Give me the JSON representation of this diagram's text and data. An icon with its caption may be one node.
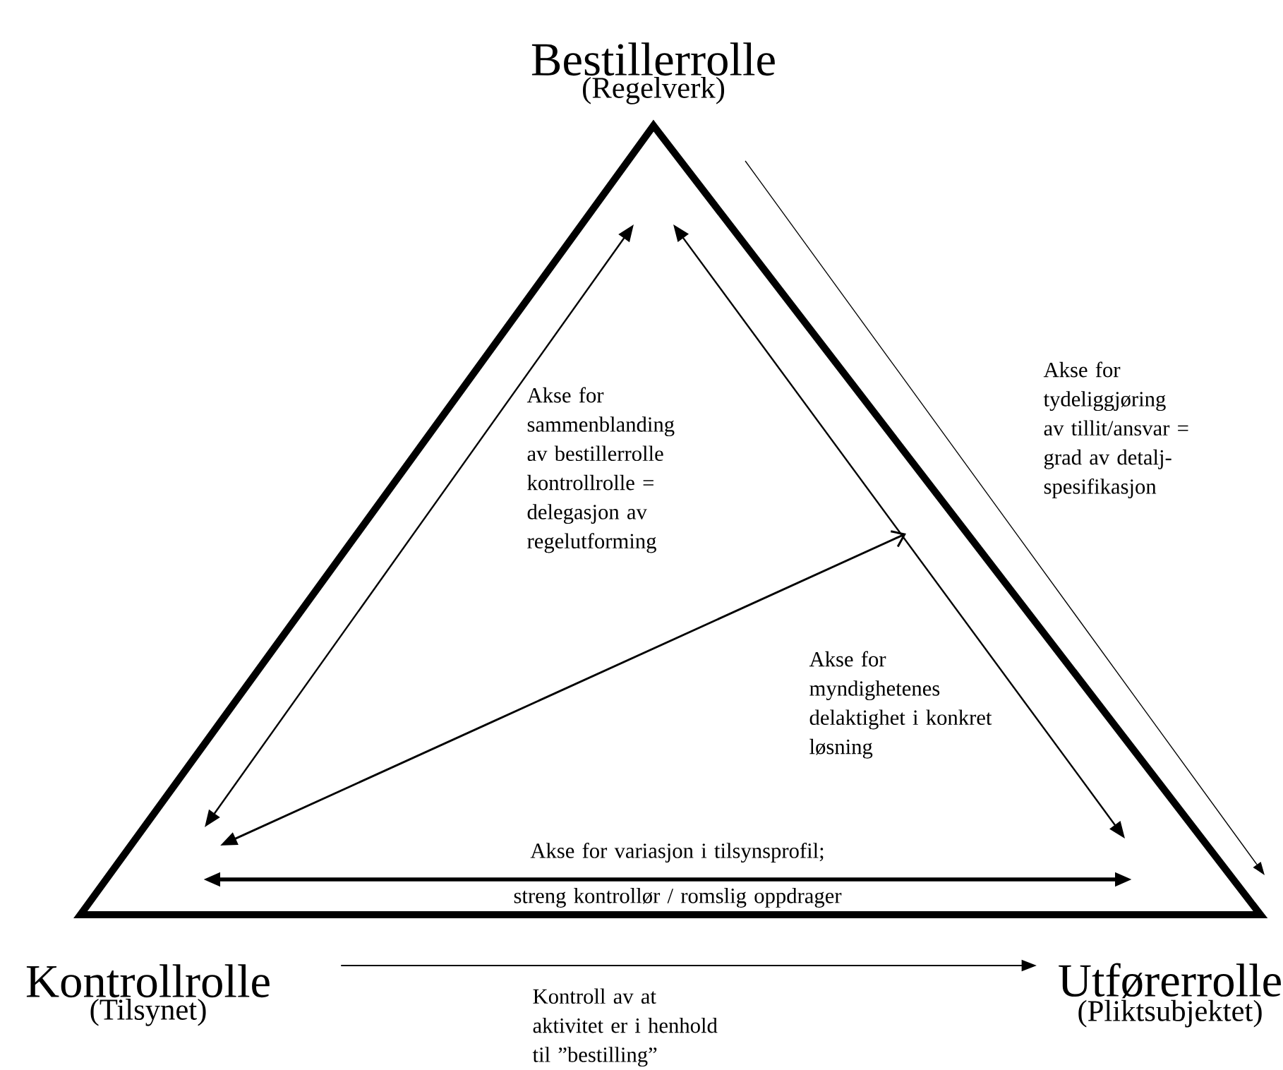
{
  "diagram": {
    "nodes": [
      {
        "text": [
          "Bestillerrolle",
          "(Regelverk)"
        ]
      },
      {
        "text": [
          "Kontrollrolle",
          "(Tilsynet)"
        ]
      },
      {
        "text": [
          "Utførerrolle",
          "(Pliktsubjektet)"
        ]
      }
    ],
    "edges": [
      {
        "from": 1,
        "to": 2,
        "arrow": "to",
        "label": "Kontroll av at aktivitet er i henhold til ”bestilling”"
      }
    ],
    "labels": [
      "Akse for sammenblanding av bestillerrolle kontrollrolle = delegasjon av regelutforming",
      "Akse for tydeliggjøring av tillit/ansvar = grad av detalj-spesifikasjon",
      "Akse for myndighetenes delaktighet i konkret løsning",
      "Akse for variasjon i tilsynsprofil;",
      "streng kontrollør / romslig oppdrager"
    ]
  }
}
